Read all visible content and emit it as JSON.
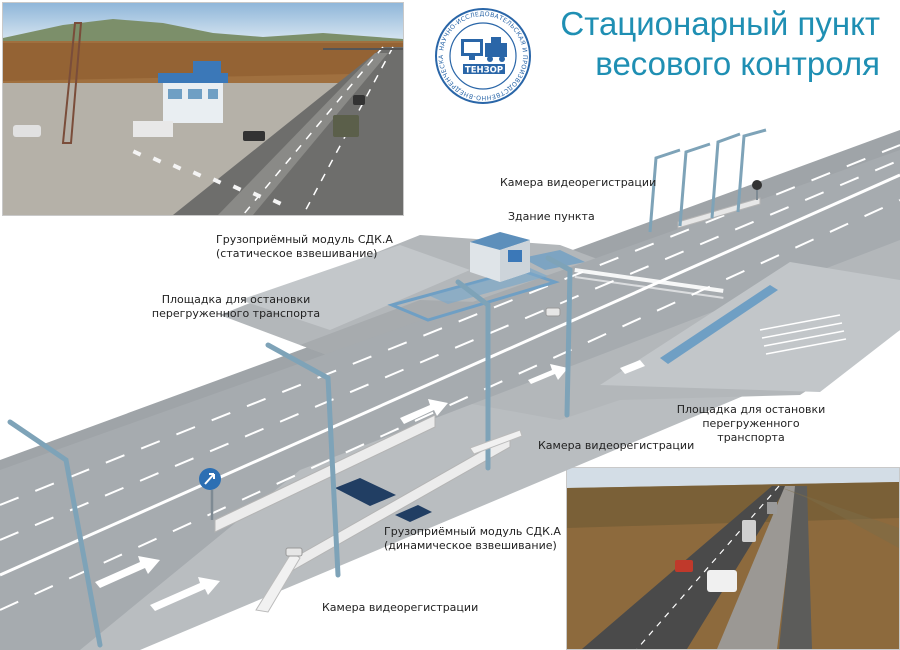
{
  "title": {
    "line1": "Стационарный пункт",
    "line2": "весового контроля"
  },
  "logo": {
    "name": "ТЕНЗОР",
    "ring_text": "НАУЧНО-ИССЛЕДОВАТЕЛЬСКАЯ И ПРОИЗВОДСТВЕННО-ВНЕДРЕНЧЕСКАЯ ФИРМА"
  },
  "labels": {
    "camera_top": "Камера видеорегистрации",
    "building": "Здание пункта",
    "static_module_1": "Грузоприёмный модуль СДК.А",
    "static_module_2": "(статическое взвешивание)",
    "stop_area_left_1": "Площадка для остановки",
    "stop_area_left_2": "перегруженного транспорта",
    "stop_area_right_1": "Площадка для остановки",
    "stop_area_right_2": "перегруженного транспорта",
    "camera_middle": "Камера видеорегистрации",
    "dynamic_module_1": "Грузоприёмный модуль СДК.А",
    "dynamic_module_2": "(динамическое взвешивание)",
    "camera_bottom": "Камера видеорегистрации"
  },
  "colors": {
    "title": "#1f8fb3",
    "road": "#a9aeb2",
    "platform": "#c9cdd0",
    "scale_blue": "#6f9fc4",
    "pole": "#7ea3b8"
  }
}
